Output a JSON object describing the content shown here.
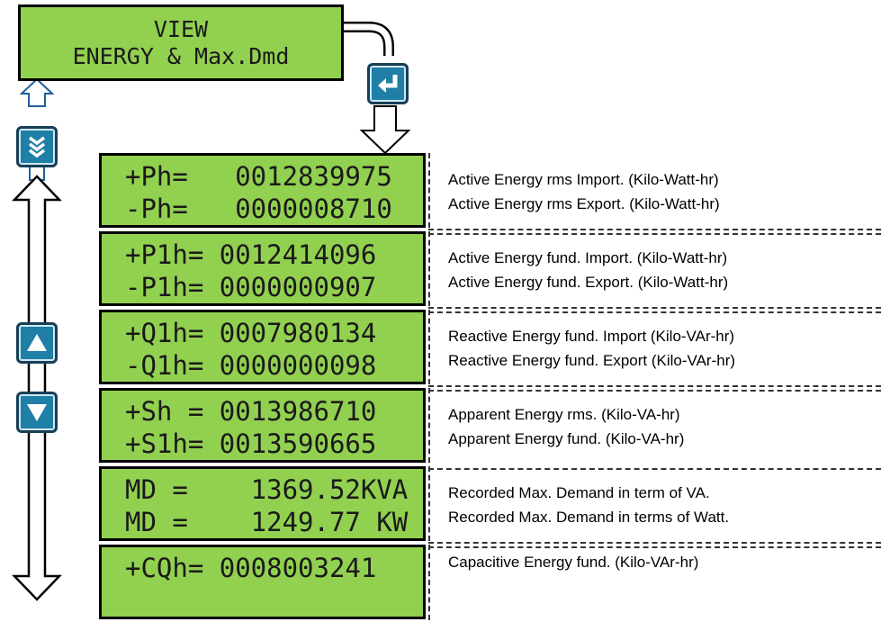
{
  "title_display": {
    "line1": "VIEW",
    "line2": "ENERGY & Max.Dmd"
  },
  "screens": [
    {
      "line1": "+Ph=   0012839975",
      "line2": "-Ph=   0000008710",
      "desc1": "Active Energy rms Import. (Kilo-Watt-hr)",
      "desc2": "Active Energy rms Export. (Kilo-Watt-hr)"
    },
    {
      "line1": "+P1h= 0012414096",
      "line2": "-P1h= 0000000907",
      "desc1": "Active Energy fund. Import. (Kilo-Watt-hr)",
      "desc2": "Active Energy fund. Export. (Kilo-Watt-hr)"
    },
    {
      "line1": "+Q1h= 0007980134",
      "line2": "-Q1h= 0000000098",
      "desc1": "Reactive Energy fund. Import (Kilo-VAr-hr)",
      "desc2": "Reactive Energy fund. Export (Kilo-VAr-hr)"
    },
    {
      "line1": "+Sh = 0013986710",
      "line2": "+S1h= 0013590665",
      "desc1": "Apparent Energy rms. (Kilo-VA-hr)",
      "desc2": "Apparent Energy fund. (Kilo-VA-hr)"
    },
    {
      "line1": "MD =    1369.52KVA",
      "line2": "MD =    1249.77 KW",
      "desc1": "Recorded Max. Demand in term of VA.",
      "desc2": "Recorded Max. Demand in terms of Watt."
    },
    {
      "line1": "+CQh= 0008003241",
      "line2": "",
      "desc1": "Capacitive Energy fund. (Kilo-VAr-hr)",
      "desc2": ""
    }
  ],
  "buttons": {
    "enter": "enter-icon",
    "scroll_down": "triple-chevron-down-icon",
    "up": "triangle-up-icon",
    "down": "triangle-down-icon"
  },
  "colors": {
    "lcd": "#92d050",
    "button": "#1f7fa6"
  }
}
